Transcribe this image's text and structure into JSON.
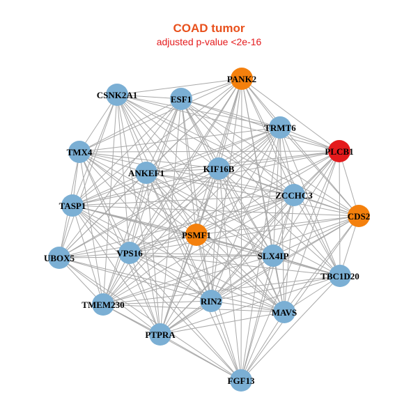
{
  "title": "COAD tumor",
  "subtitle": "adjusted p-value <2e-16",
  "colors": {
    "default_node": "#7bafd4",
    "highlight_node": "#f4800d",
    "key_node": "#e41a1c",
    "edge": "#a8a8a8",
    "title": "#e8501c",
    "subtitle": "#e41a1c"
  },
  "nodes": [
    {
      "id": "PANK2",
      "group": "highlight"
    },
    {
      "id": "CSNK2A1",
      "group": "default"
    },
    {
      "id": "ESF1",
      "group": "default"
    },
    {
      "id": "TRMT6",
      "group": "default"
    },
    {
      "id": "TMX4",
      "group": "default"
    },
    {
      "id": "PLCB1",
      "group": "key"
    },
    {
      "id": "ANKEF1",
      "group": "default"
    },
    {
      "id": "KIF16B",
      "group": "default"
    },
    {
      "id": "ZCCHC3",
      "group": "default"
    },
    {
      "id": "TASP1",
      "group": "default"
    },
    {
      "id": "CDS2",
      "group": "highlight"
    },
    {
      "id": "PSMF1",
      "group": "highlight"
    },
    {
      "id": "VPS16",
      "group": "default"
    },
    {
      "id": "SLX4IP",
      "group": "default"
    },
    {
      "id": "UBOX5",
      "group": "default"
    },
    {
      "id": "TBC1D20",
      "group": "default"
    },
    {
      "id": "RIN2",
      "group": "default"
    },
    {
      "id": "TMEM230",
      "group": "default"
    },
    {
      "id": "MAVS",
      "group": "default"
    },
    {
      "id": "PTPRA",
      "group": "default"
    },
    {
      "id": "FGF13",
      "group": "default"
    }
  ]
}
